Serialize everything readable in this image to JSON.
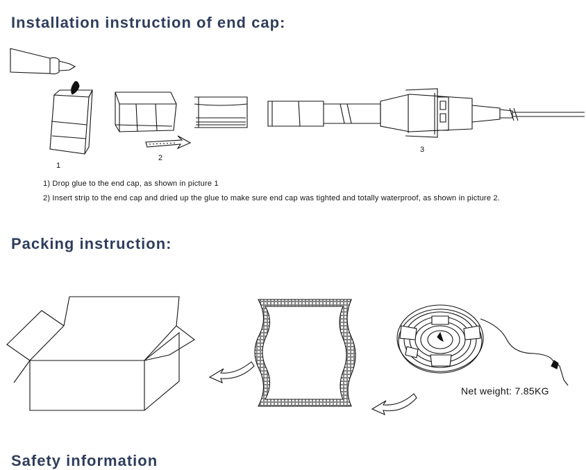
{
  "sections": {
    "installation_title": "Installation instruction of end cap:",
    "packing_title": "Packing instruction:",
    "safety_title": "Safety information"
  },
  "installation": {
    "step_labels": [
      "1",
      "2",
      "3"
    ],
    "steps": [
      "1) Drop glue to the end cap, as shown in picture 1",
      "2) Insert strip to the end cap and dried up the glue to make sure end cap was tighted and totally waterproof, as shown in picture 2."
    ]
  },
  "packing": {
    "net_weight": "Net weight: 7.85KG"
  }
}
